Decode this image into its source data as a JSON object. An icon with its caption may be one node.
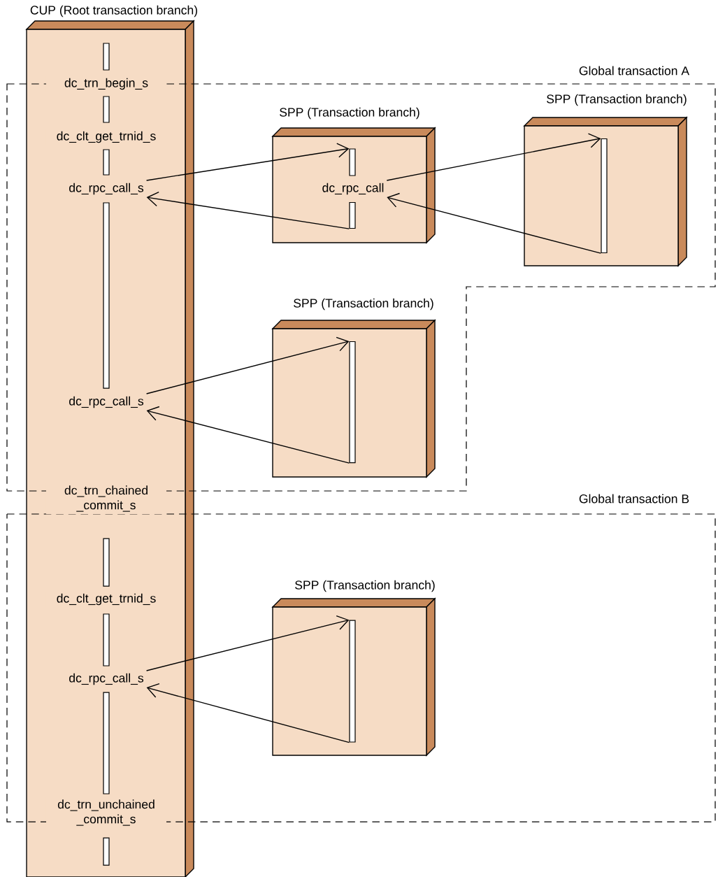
{
  "diagram": {
    "nodes": [
      {
        "text": [
          "CUP (Root transaction branch)"
        ]
      },
      {
        "text": [
          "Global transaction A"
        ]
      },
      {
        "text": [
          "Global transaction B"
        ]
      },
      {
        "text": [
          "SPP (Transaction branch)"
        ],
        "in": 1
      },
      {
        "text": [
          "SPP (Transaction branch)"
        ],
        "in": 1
      },
      {
        "text": [
          "SPP (Transaction branch)"
        ],
        "in": 1
      },
      {
        "text": [
          "SPP (Transaction branch)"
        ],
        "in": 2
      },
      {
        "text": [
          "dc_rpc_call_s"
        ]
      },
      {
        "text": [
          "dc_rpc_call"
        ],
        "in": 3
      },
      {
        "text": [
          "dc_rpc_call_s"
        ]
      },
      {
        "text": [
          "dc_rpc_call_s"
        ]
      },
      {
        "text": [],
        "shape": "bar",
        "in": 3
      },
      {
        "text": [],
        "shape": "bar",
        "in": 3
      },
      {
        "text": [],
        "shape": "bar",
        "in": 4
      },
      {
        "text": [],
        "shape": "bar",
        "in": 5
      },
      {
        "text": [],
        "shape": "bar",
        "in": 6
      },
      {
        "text": [],
        "shape": "bar",
        "in": 0
      },
      {
        "text": [],
        "shape": "bar"
      },
      {
        "text": [],
        "shape": "bar"
      },
      {
        "text": [],
        "shape": "bar"
      },
      {
        "text": [],
        "shape": "bar"
      },
      {
        "text": [],
        "shape": "bar"
      },
      {
        "text": [],
        "shape": "bar"
      },
      {
        "text": [],
        "shape": "bar",
        "in": 0
      }
    ],
    "edges": [
      {
        "from": 7,
        "to": 11,
        "arrow": "to"
      },
      {
        "from": 12,
        "to": 7,
        "arrow": "to"
      },
      {
        "from": 8,
        "to": 13,
        "arrow": "to"
      },
      {
        "from": 13,
        "to": 8,
        "arrow": "to"
      },
      {
        "from": 9,
        "to": 14,
        "arrow": "to"
      },
      {
        "from": 14,
        "to": 9,
        "arrow": "to"
      },
      {
        "from": 10,
        "to": 15,
        "arrow": "to"
      },
      {
        "from": 15,
        "to": 10,
        "arrow": "to"
      }
    ],
    "labels": [
      "dc_trn_begin_s",
      "dc_clt_get_trnid_s",
      "dc_trn_chained _commit_s",
      "dc_clt_get_trnid_s",
      "dc_trn_unchained _commit_s"
    ]
  }
}
